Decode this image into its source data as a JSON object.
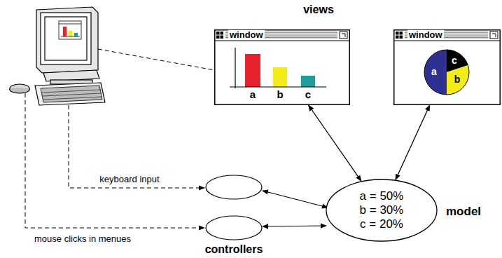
{
  "diagram": {
    "nodes": [
      {
        "text": [
          "window",
          "a",
          "b",
          "c"
        ]
      },
      {
        "text": [
          "window",
          "c",
          "a",
          "b"
        ]
      },
      {
        "text": [
          "a = 50%",
          "b = 30%",
          "c = 20%",
          "model"
        ]
      }
    ],
    "edges": [
      {
        "from": 0,
        "to": 2,
        "arrow": "both"
      },
      {
        "from": 1,
        "to": 2,
        "arrow": "both"
      }
    ],
    "labels": [
      "views",
      "keyboard input",
      "mouse clicks in menues",
      "controllers"
    ]
  }
}
